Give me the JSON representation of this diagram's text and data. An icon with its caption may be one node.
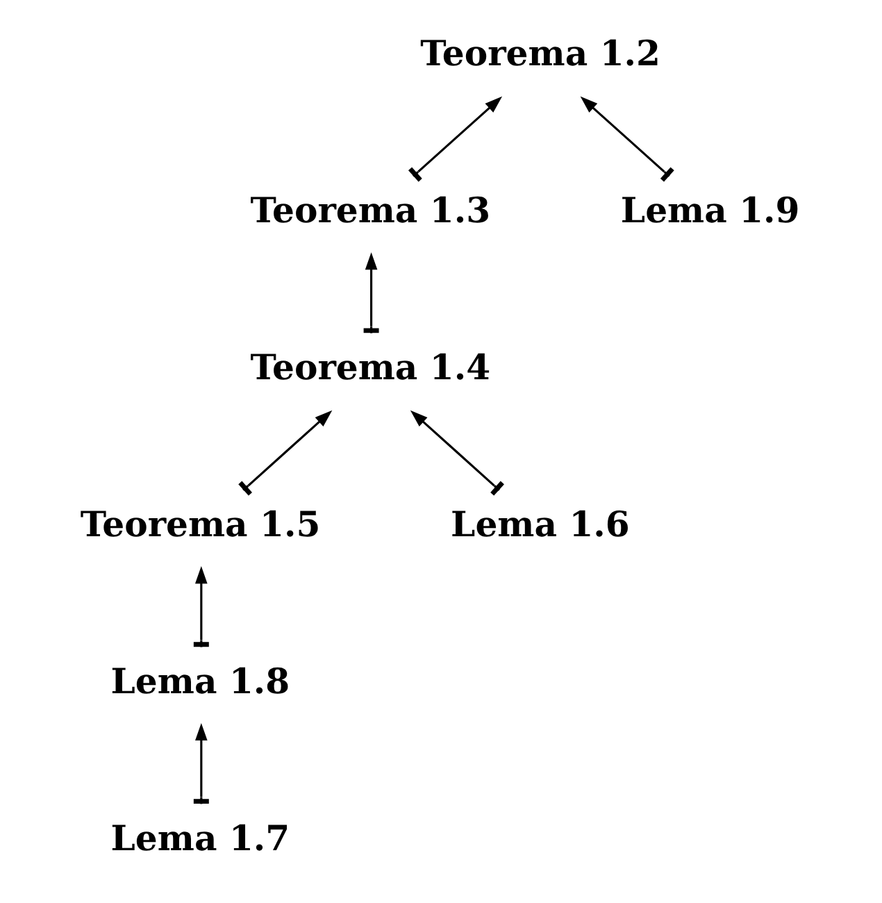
{
  "diagram": {
    "nodes": [
      {
        "text": [
          "Teorema 1.2"
        ]
      },
      {
        "text": [
          "Teorema 1.3"
        ]
      },
      {
        "text": [
          "Lema 1.9"
        ]
      },
      {
        "text": [
          "Teorema 1.4"
        ]
      },
      {
        "text": [
          "Teorema 1.5"
        ]
      },
      {
        "text": [
          "Lema 1.6"
        ]
      },
      {
        "text": [
          "Lema 1.8"
        ]
      },
      {
        "text": [
          "Lema 1.7"
        ]
      }
    ],
    "edges": [
      {
        "from": 1,
        "to": 0,
        "arrow": "to"
      },
      {
        "from": 2,
        "to": 0,
        "arrow": "to"
      },
      {
        "from": 3,
        "to": 1,
        "arrow": "to"
      },
      {
        "from": 4,
        "to": 3,
        "arrow": "to"
      },
      {
        "from": 5,
        "to": 3,
        "arrow": "to"
      },
      {
        "from": 6,
        "to": 4,
        "arrow": "to"
      },
      {
        "from": 7,
        "to": 6,
        "arrow": "to"
      }
    ]
  }
}
